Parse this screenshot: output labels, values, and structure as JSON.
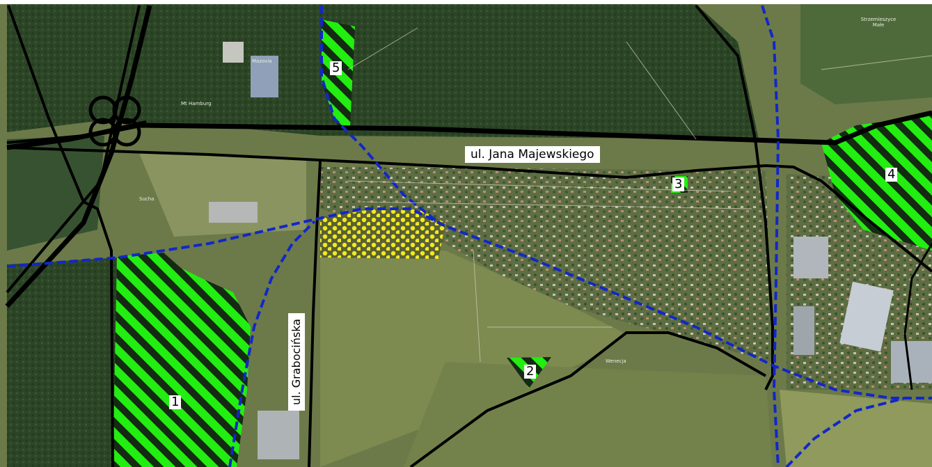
{
  "map": {
    "road_labels": {
      "majewskiego": "ul. Jana Majewskiego",
      "grabocinska": "ul. Grabocińska"
    },
    "zones": [
      {
        "number": "1"
      },
      {
        "number": "2"
      },
      {
        "number": "3"
      },
      {
        "number": "4"
      },
      {
        "number": "5"
      }
    ],
    "poi_labels": [
      "Mazovia",
      "Mt Hamburg",
      "Strzemieszyce Małe",
      "Sucha",
      "Wenecja"
    ],
    "colors": {
      "road": "#000000",
      "rail": "#1227c8",
      "zone_hatch": "#22ee11",
      "dot_zone": "#f2ea1f",
      "label_bg": "#ffffff",
      "forest": "#2b4424",
      "field": "#7d8a50"
    }
  }
}
